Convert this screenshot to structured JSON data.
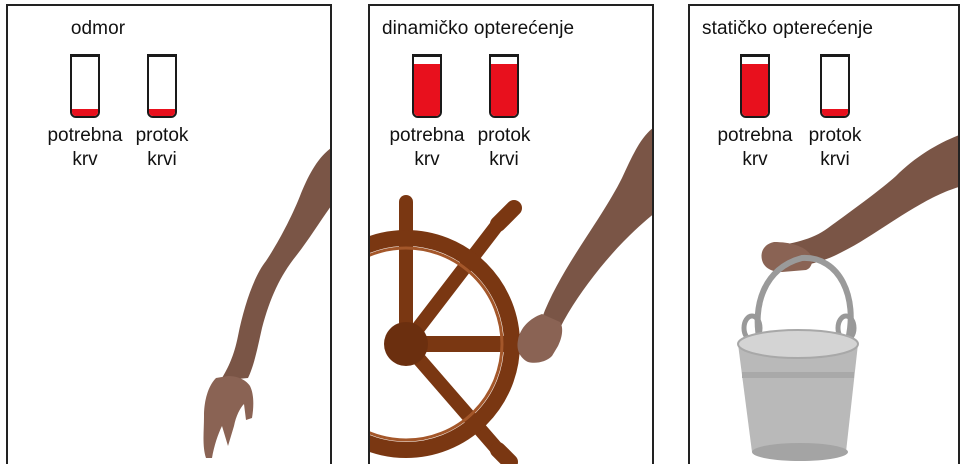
{
  "panels": [
    {
      "title": "odmor",
      "tubes": [
        {
          "label_line1": "potrebna",
          "label_line2": "krv",
          "fill_fraction": 0.12
        },
        {
          "label_line1": "protok",
          "label_line2": "krvi",
          "fill_fraction": 0.12
        }
      ],
      "illustration": "hanging-arm-icon"
    },
    {
      "title": "dinamičko opterećenje",
      "tubes": [
        {
          "label_line1": "potrebna",
          "label_line2": "krv",
          "fill_fraction": 0.88
        },
        {
          "label_line1": "protok",
          "label_line2": "krvi",
          "fill_fraction": 0.88
        }
      ],
      "illustration": "ship-wheel-icon"
    },
    {
      "title": "statičko opterećenje",
      "tubes": [
        {
          "label_line1": "potrebna",
          "label_line2": "krv",
          "fill_fraction": 0.88
        },
        {
          "label_line1": "protok",
          "label_line2": "krvi",
          "fill_fraction": 0.12
        }
      ],
      "illustration": "bucket-icon"
    }
  ],
  "colors": {
    "blood": "#e8101d",
    "skin": "#7a5546",
    "wheel_wood": "#7a3712",
    "bucket_metal": "#b9b9b9"
  }
}
